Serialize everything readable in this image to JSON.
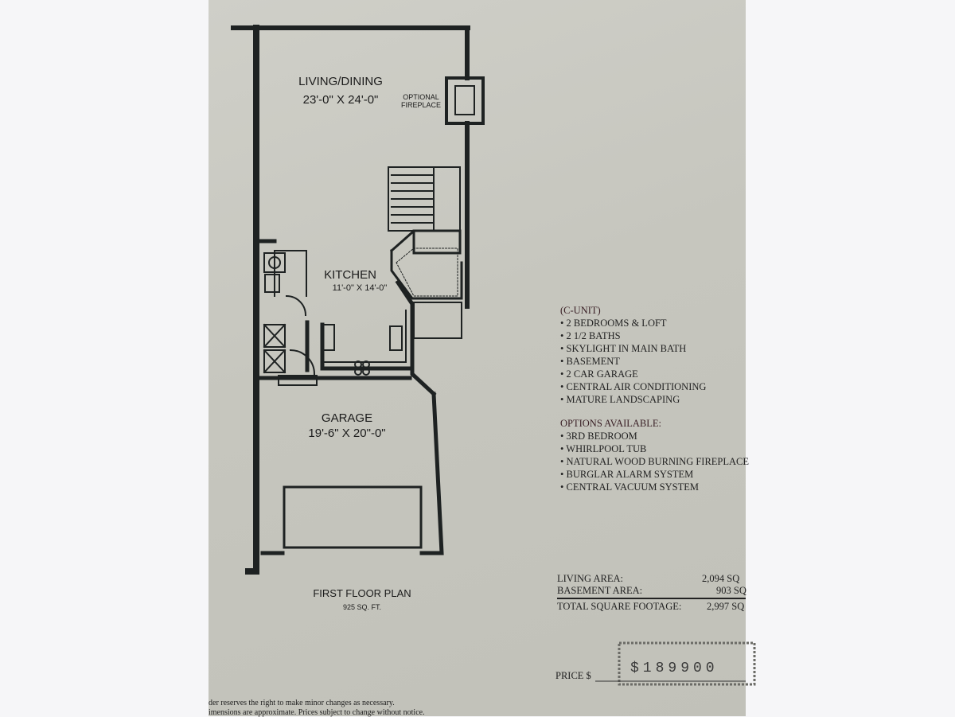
{
  "plan": {
    "rooms": [
      {
        "name": "LIVING/DINING",
        "dims": "23'-0\" X 24'-0\""
      },
      {
        "name": "KITCHEN",
        "dims": "11'-0\" X 14'-0\""
      },
      {
        "name": "GARAGE",
        "dims": "19'-6\" X 20\"-0\""
      }
    ],
    "fireplace_label_1": "OPTIONAL",
    "fireplace_label_2": "FIREPLACE",
    "title": "FIRST FLOOR PLAN",
    "sqft": "925 SQ. FT."
  },
  "features": {
    "heading": "(C-UNIT)",
    "items": [
      "• 2 BEDROOMS & LOFT",
      "• 2 1/2 BATHS",
      "• SKYLIGHT IN MAIN BATH",
      "• BASEMENT",
      "• 2 CAR GARAGE",
      "• CENTRAL AIR CONDITIONING",
      "• MATURE LANDSCAPING"
    ]
  },
  "options": {
    "heading": "OPTIONS AVAILABLE:",
    "items": [
      "• 3RD BEDROOM",
      "• WHIRLPOOL TUB",
      "• NATURAL WOOD BURNING FIREPLACE",
      "• BURGLAR ALARM SYSTEM",
      "• CENTRAL VACUUM SYSTEM"
    ]
  },
  "areas": {
    "living_label": "LIVING AREA:",
    "living_value": "2,094 SQ",
    "basement_label": "BASEMENT AREA:",
    "basement_value": "903 SQ",
    "total_label": "TOTAL SQUARE FOOTAGE:",
    "total_value": "2,997 SQ"
  },
  "price": {
    "label": "PRICE $",
    "value": "$189900"
  },
  "disclaimer": {
    "line1": "der reserves the right to make minor changes as necessary.",
    "line2": "imensions are approximate.  Prices subject to change without notice."
  }
}
